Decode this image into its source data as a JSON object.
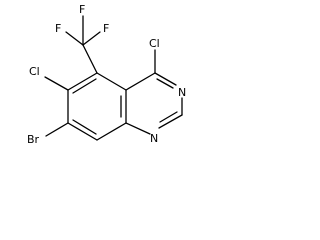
{
  "molecule": {
    "labels": {
      "f1": "F",
      "f2": "F",
      "f3": "F",
      "cl4": "Cl",
      "cl6": "Cl",
      "n3": "N",
      "n1": "N",
      "br7": "Br"
    }
  }
}
